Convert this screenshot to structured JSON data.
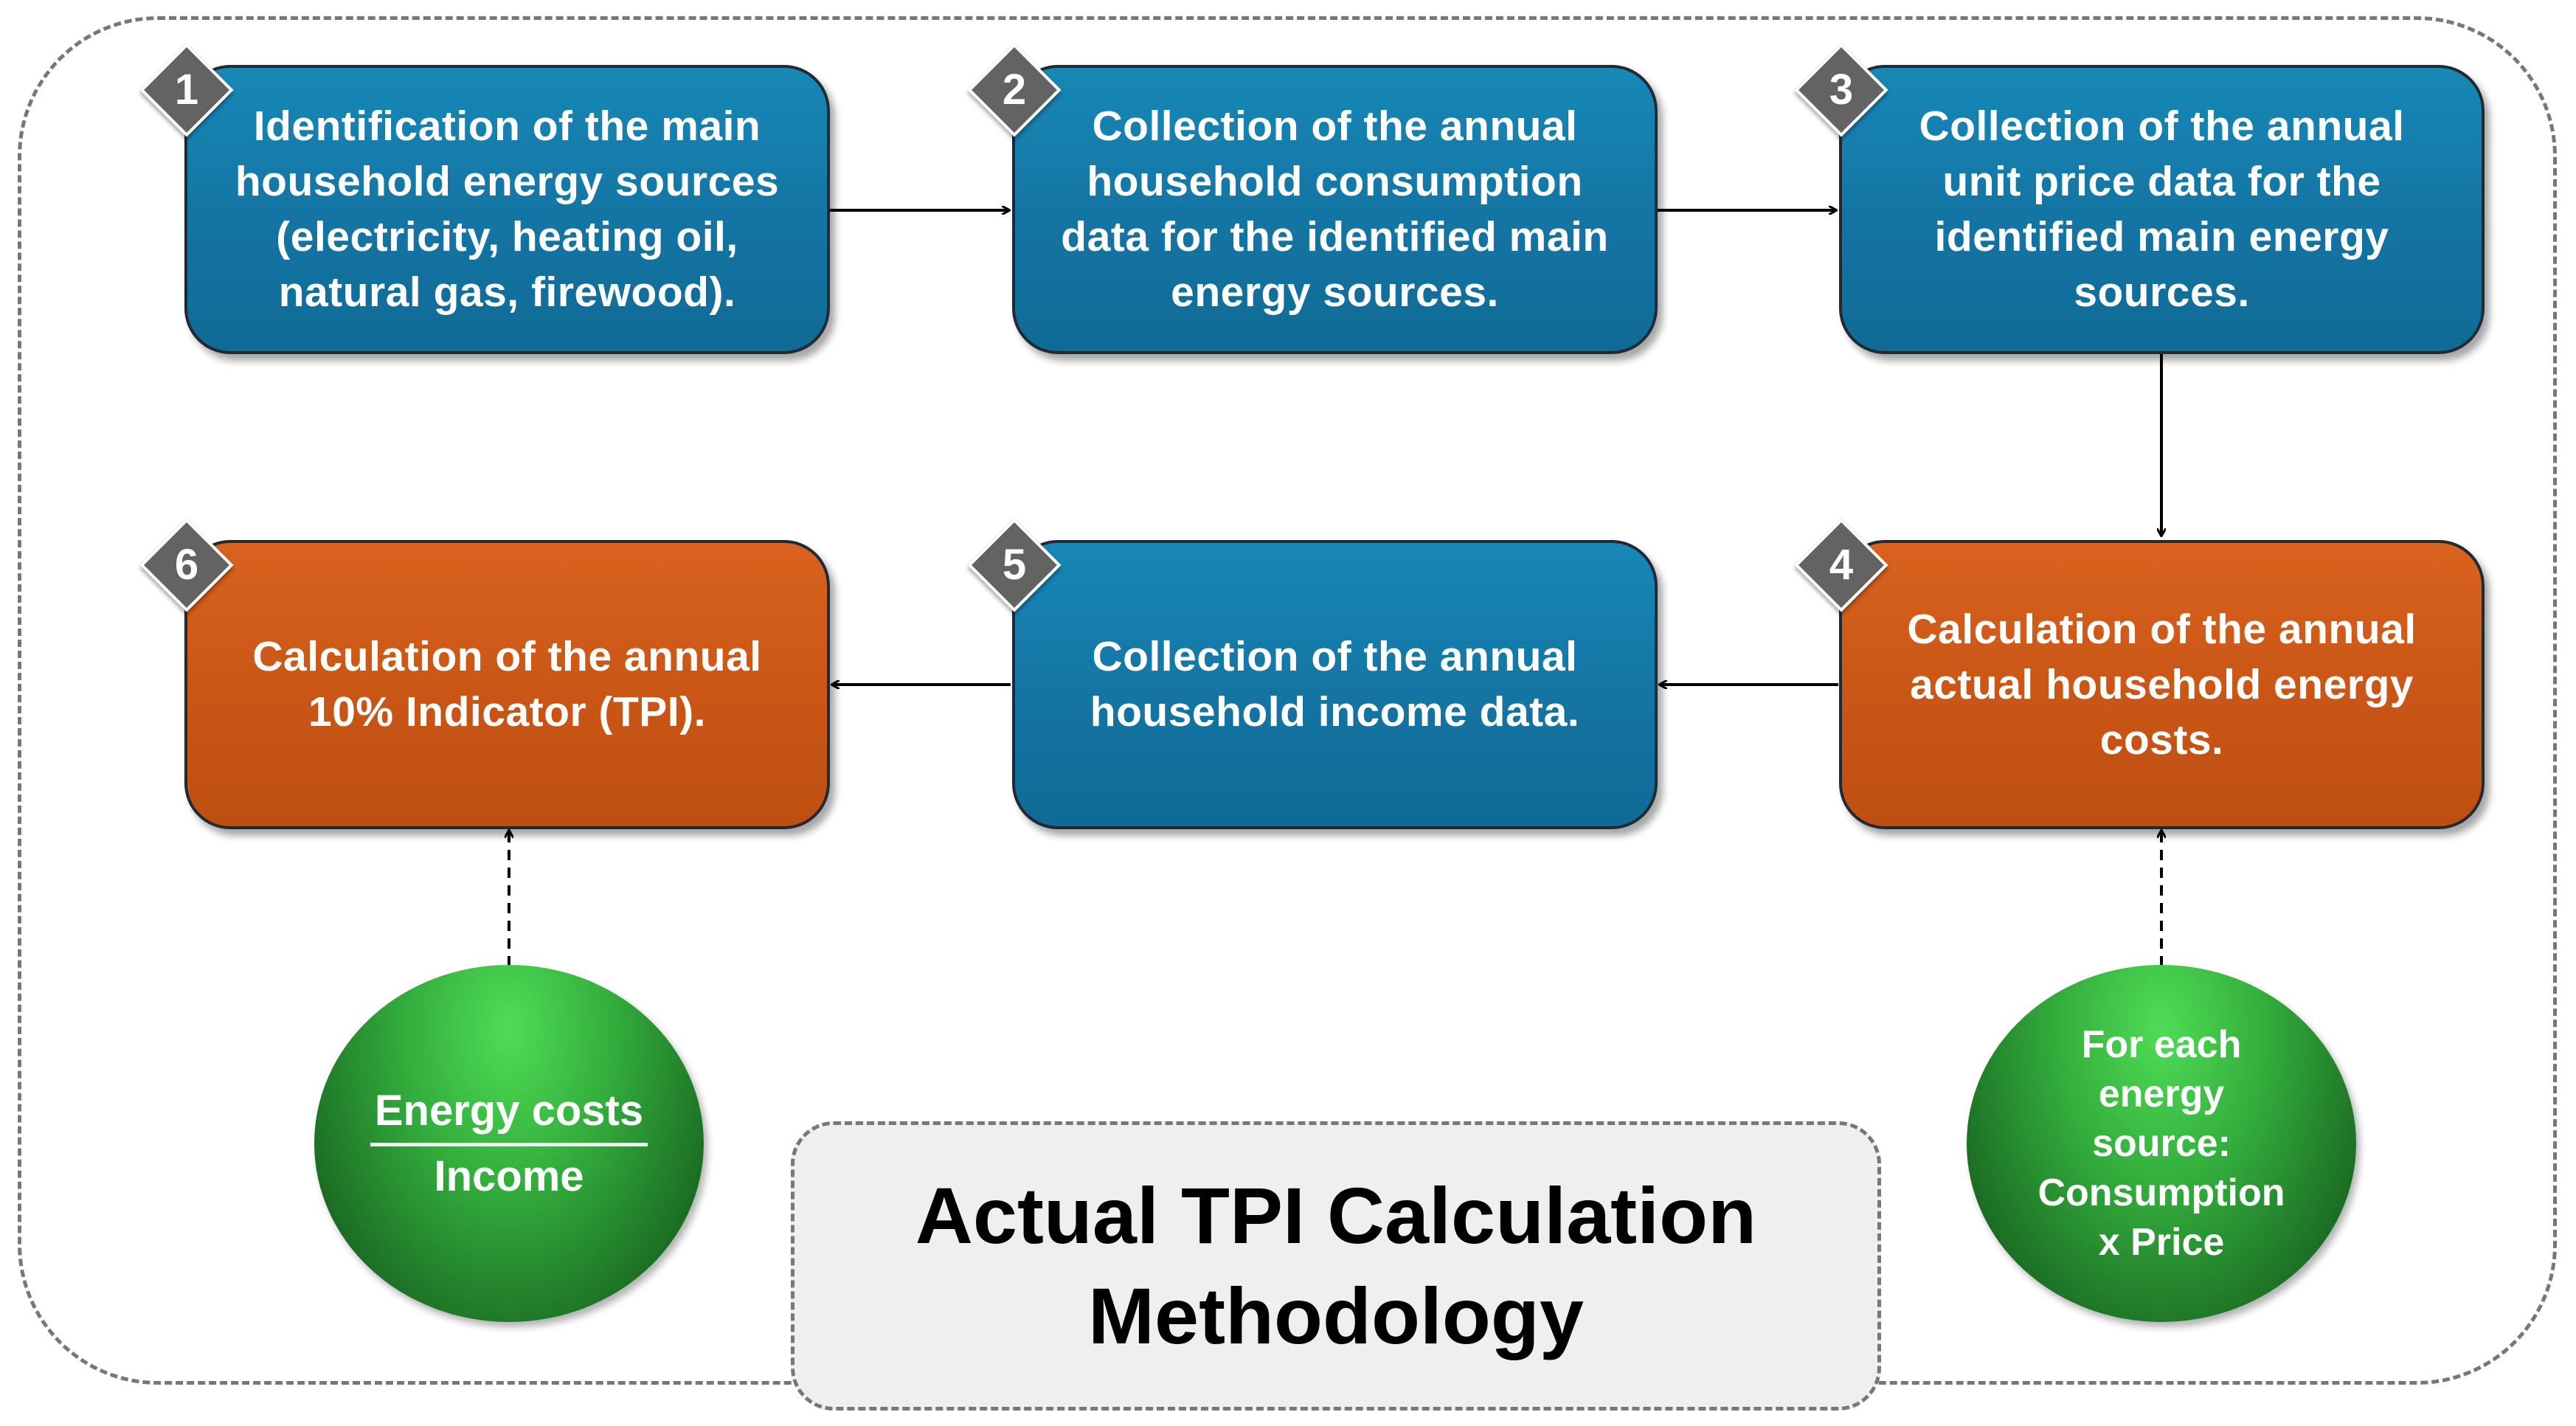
{
  "steps": [
    {
      "number": "1",
      "text": "Identification of the main household energy sources (electricity, heating oil, natural gas, firewood).",
      "color": "#1474a3"
    },
    {
      "number": "2",
      "text": "Collection of the annual household consumption data for the identified main energy sources.",
      "color": "#1474a3"
    },
    {
      "number": "3",
      "text": "Collection of the annual unit price data for the identified main energy sources.",
      "color": "#1474a3"
    },
    {
      "number": "4",
      "text": "Calculation of the annual actual household energy costs.",
      "color": "#c95616"
    },
    {
      "number": "5",
      "text": "Collection of the annual household income data.",
      "color": "#1474a3"
    },
    {
      "number": "6",
      "text": "Calculation of the annual 10% Indicator (TPI).",
      "color": "#c95616"
    }
  ],
  "formula_left": {
    "numerator": "Energy costs",
    "denominator": "Income"
  },
  "formula_right": {
    "text": "For each energy source: Consumption x Price"
  },
  "title": "Actual TPI Calculation Methodology",
  "colors": {
    "blue_box": "#1474a3",
    "orange_box": "#c95616",
    "green_circle": "#2e9e37",
    "badge": "#636363"
  }
}
